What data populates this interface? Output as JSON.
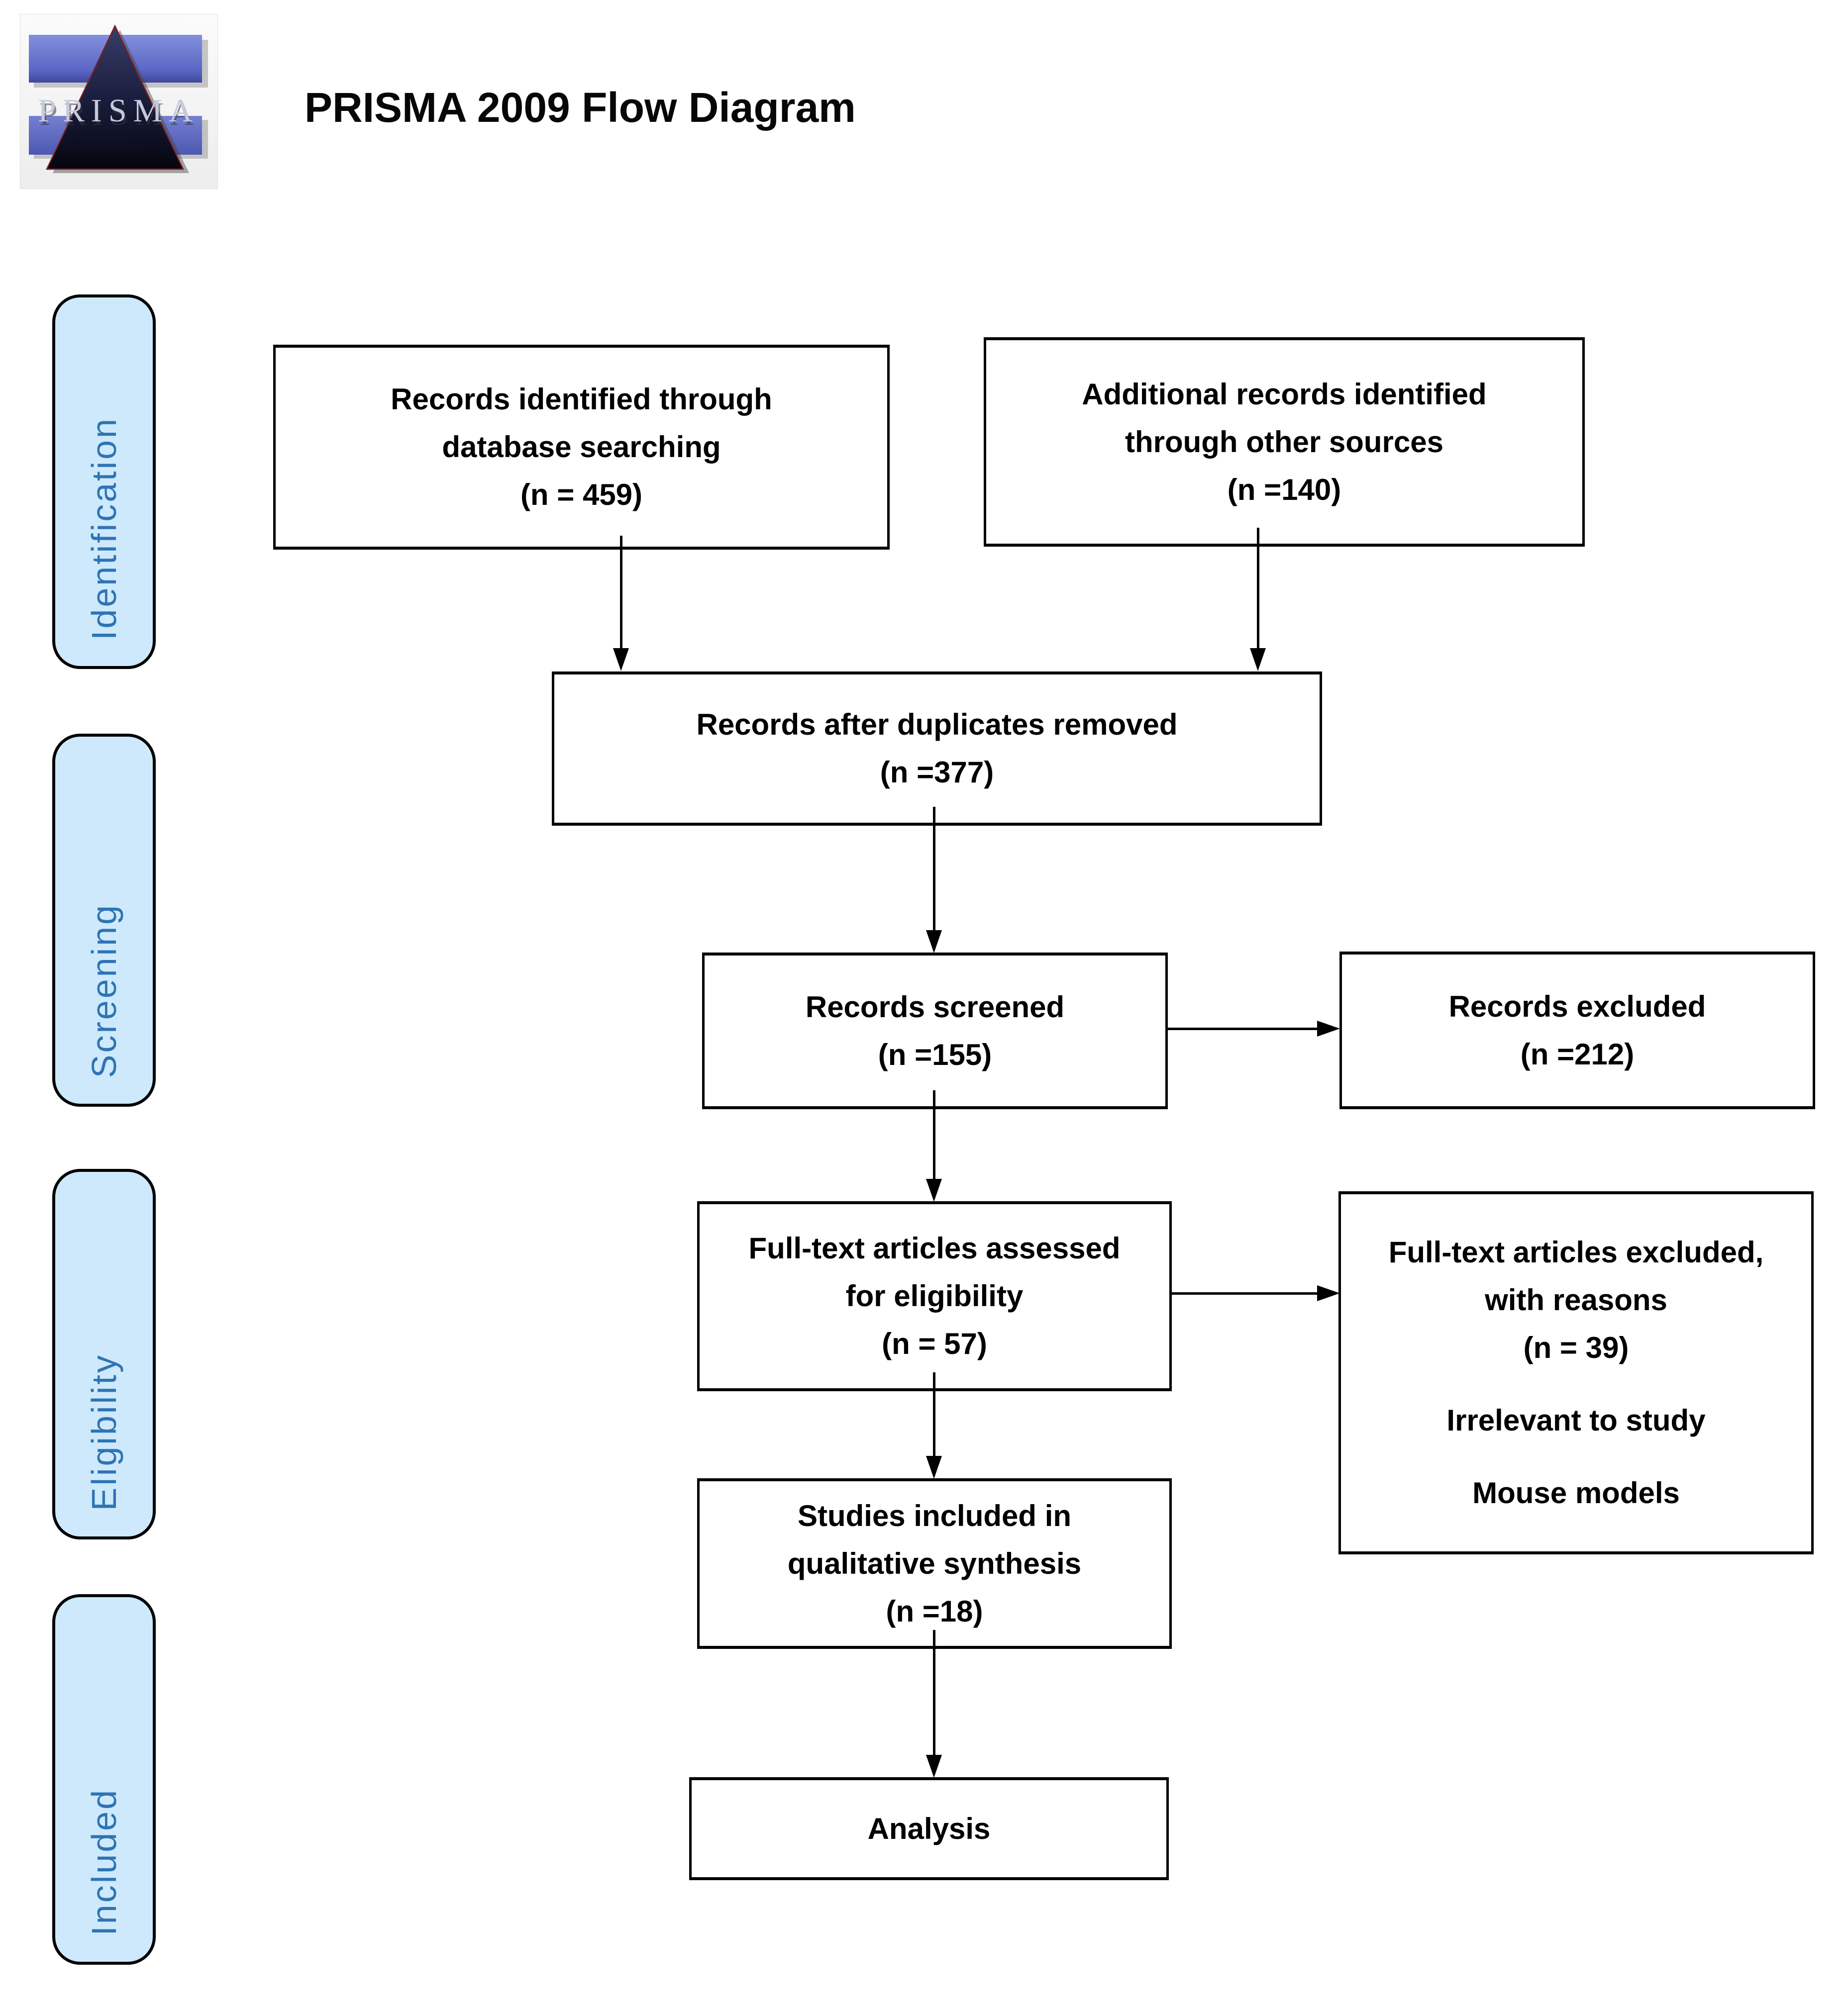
{
  "title": "PRISMA 2009 Flow Diagram",
  "logo": {
    "text": "PRISMA"
  },
  "stages": {
    "identification": "Identification",
    "screening": "Screening",
    "eligibility": "Eligibility",
    "included": "Included"
  },
  "boxes": {
    "records_identified": {
      "lines": [
        "Records identified through",
        "database searching",
        "(n = 459)"
      ]
    },
    "additional_records": {
      "lines": [
        "Additional records identified",
        "through other sources",
        "(n =140)"
      ]
    },
    "duplicates_removed": {
      "lines": [
        "Records after duplicates removed",
        "(n =377)"
      ]
    },
    "records_screened": {
      "lines": [
        "Records screened",
        "(n =155)"
      ]
    },
    "records_excluded": {
      "lines": [
        "Records excluded",
        "(n =212)"
      ]
    },
    "fulltext_assessed": {
      "lines": [
        "Full-text articles assessed",
        "for eligibility",
        "(n = 57)"
      ]
    },
    "fulltext_excluded": {
      "lines": [
        "Full-text articles excluded,",
        "with reasons",
        "(n = 39)",
        "Irrelevant to study",
        "Mouse models"
      ]
    },
    "qualitative_synthesis": {
      "lines": [
        "Studies included in",
        "qualitative synthesis",
        "(n =18)"
      ]
    },
    "analysis": {
      "lines": [
        "Analysis"
      ]
    }
  },
  "colors": {
    "stage_fill": "#cde9fb",
    "stage_text": "#2e74b5",
    "box_border": "#000000",
    "arrow": "#000000",
    "logo_band_blue": "#6873cb",
    "logo_triangle_dark": "#0a0b1e"
  }
}
